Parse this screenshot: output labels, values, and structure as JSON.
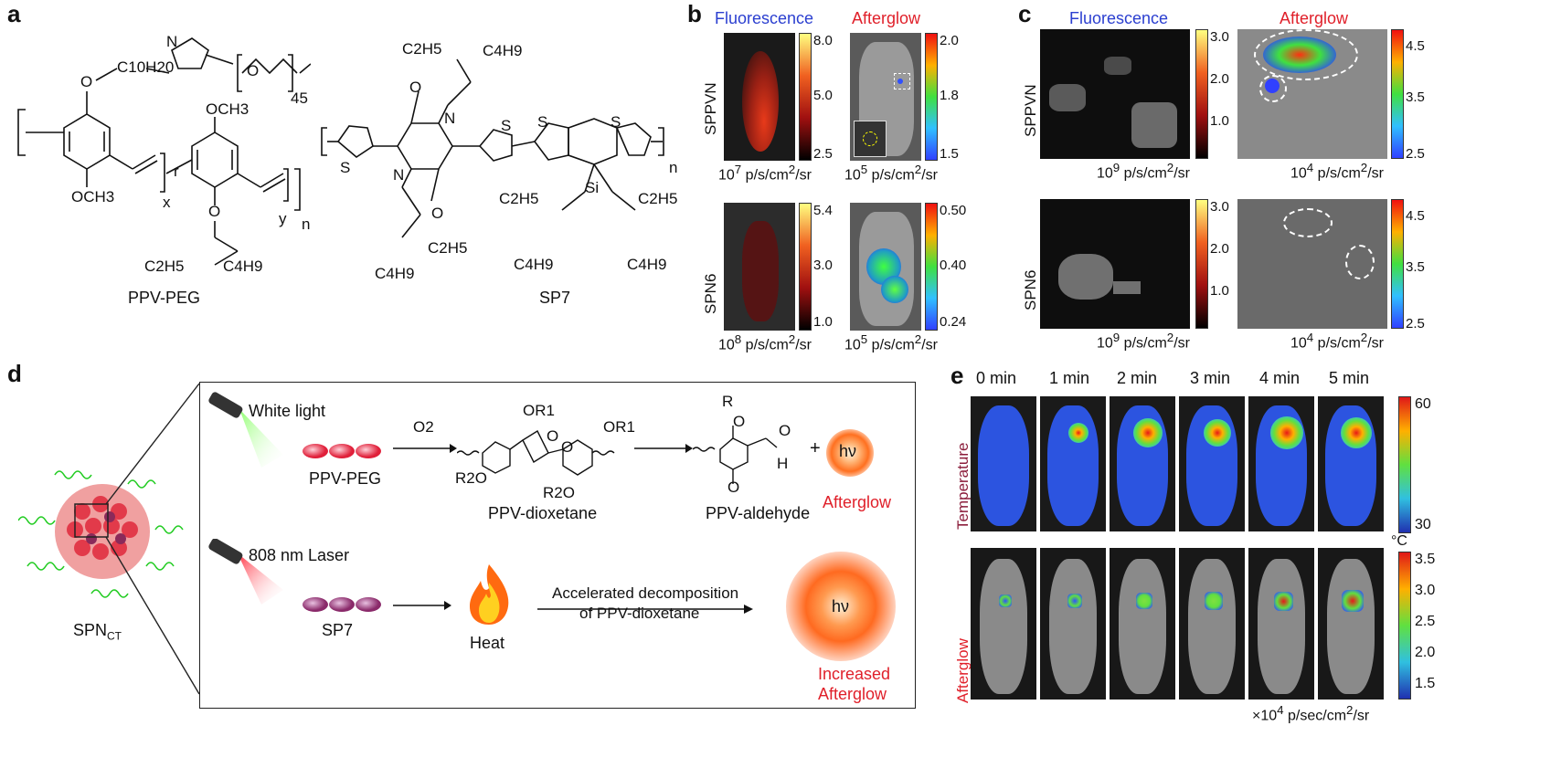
{
  "panels": {
    "a": "a",
    "b": "b",
    "c": "c",
    "d": "d",
    "e": "e"
  },
  "a": {
    "ppv": {
      "name": "PPV-PEG",
      "atoms": {
        "c10h20": "C10H20",
        "och3_top": "OCH3",
        "och3_left": "OCH3",
        "x": "x",
        "r": "r",
        "y": "y",
        "n": "n",
        "n45": "45",
        "c2h5": "C2H5",
        "c4h9": "C4H9",
        "o": "O",
        "n_atom": "N"
      }
    },
    "sp7": {
      "name": "SP7",
      "atoms": {
        "c2h5": "C2H5",
        "c4h9": "C4H9",
        "o": "O",
        "n_atom": "N",
        "s": "S",
        "si": "Si",
        "n": "n"
      }
    }
  },
  "b": {
    "title_fl": "Fluorescence",
    "title_ag": "Afterglow",
    "rows": [
      {
        "name": "SPPVN",
        "fl_ticks": [
          "8.0",
          "5.0",
          "2.5"
        ],
        "ag_ticks": [
          "2.0",
          "1.8",
          "1.5"
        ],
        "fl_unit": "10^7 p/s/cm^2/sr",
        "ag_unit": "10^5 p/s/cm^2/sr"
      },
      {
        "name": "SPN6",
        "fl_ticks": [
          "5.4",
          "3.0",
          "1.0"
        ],
        "ag_ticks": [
          "0.50",
          "0.40",
          "0.24"
        ],
        "fl_unit": "10^8 p/s/cm^2/sr",
        "ag_unit": "10^5 p/s/cm^2/sr"
      }
    ]
  },
  "c": {
    "title_fl": "Fluorescence",
    "title_ag": "Afterglow",
    "rows": [
      {
        "name": "SPPVN",
        "fl_ticks": [
          "3.0",
          "2.0",
          "1.0"
        ],
        "ag_ticks": [
          "4.5",
          "3.5",
          "2.5"
        ],
        "fl_unit": "10^9 p/s/cm^2/sr",
        "ag_unit": "10^4 p/s/cm^2/sr"
      },
      {
        "name": "SPN6",
        "fl_ticks": [
          "3.0",
          "2.0",
          "1.0"
        ],
        "ag_ticks": [
          "4.5",
          "3.5",
          "2.5"
        ],
        "fl_unit": "10^9 p/s/cm^2/sr",
        "ag_unit": "10^4 p/s/cm^2/sr"
      }
    ]
  },
  "d": {
    "white_light": "White light",
    "laser": "808 nm Laser",
    "ppv_peg": "PPV-PEG",
    "sp7": "SP7",
    "o2": "O2",
    "dioxetane": "PPV-dioxetane",
    "aldehyde": "PPV-aldehyde",
    "plus": "+",
    "hv": "hν",
    "afterglow": "Afterglow",
    "heat": "Heat",
    "accel1": "Accelerated decomposition",
    "accel2": "of PPV-dioxetane",
    "increased1": "Increased",
    "increased2": "Afterglow",
    "spnct": "SPN",
    "spnct_sub": "CT",
    "atoms": {
      "or1": "OR1",
      "r2o": "R2O",
      "o": "O",
      "h": "H",
      "r": "R"
    }
  },
  "e": {
    "times": [
      "0 min",
      "1 min",
      "2 min",
      "3 min",
      "4 min",
      "5 min"
    ],
    "row_temp": "Temperature",
    "row_ag": "Afterglow",
    "temp_ticks": [
      "60",
      "30"
    ],
    "temp_unit": "°C",
    "ag_ticks": [
      "3.5",
      "3.0",
      "2.5",
      "2.0",
      "1.5"
    ],
    "ag_unit": "×10^4 p/sec/cm^2/sr",
    "hot_levels": [
      0,
      0.35,
      0.75,
      0.7,
      0.9,
      0.85
    ],
    "ag_levels": [
      0.15,
      0.3,
      0.5,
      0.6,
      0.75,
      0.95
    ]
  }
}
